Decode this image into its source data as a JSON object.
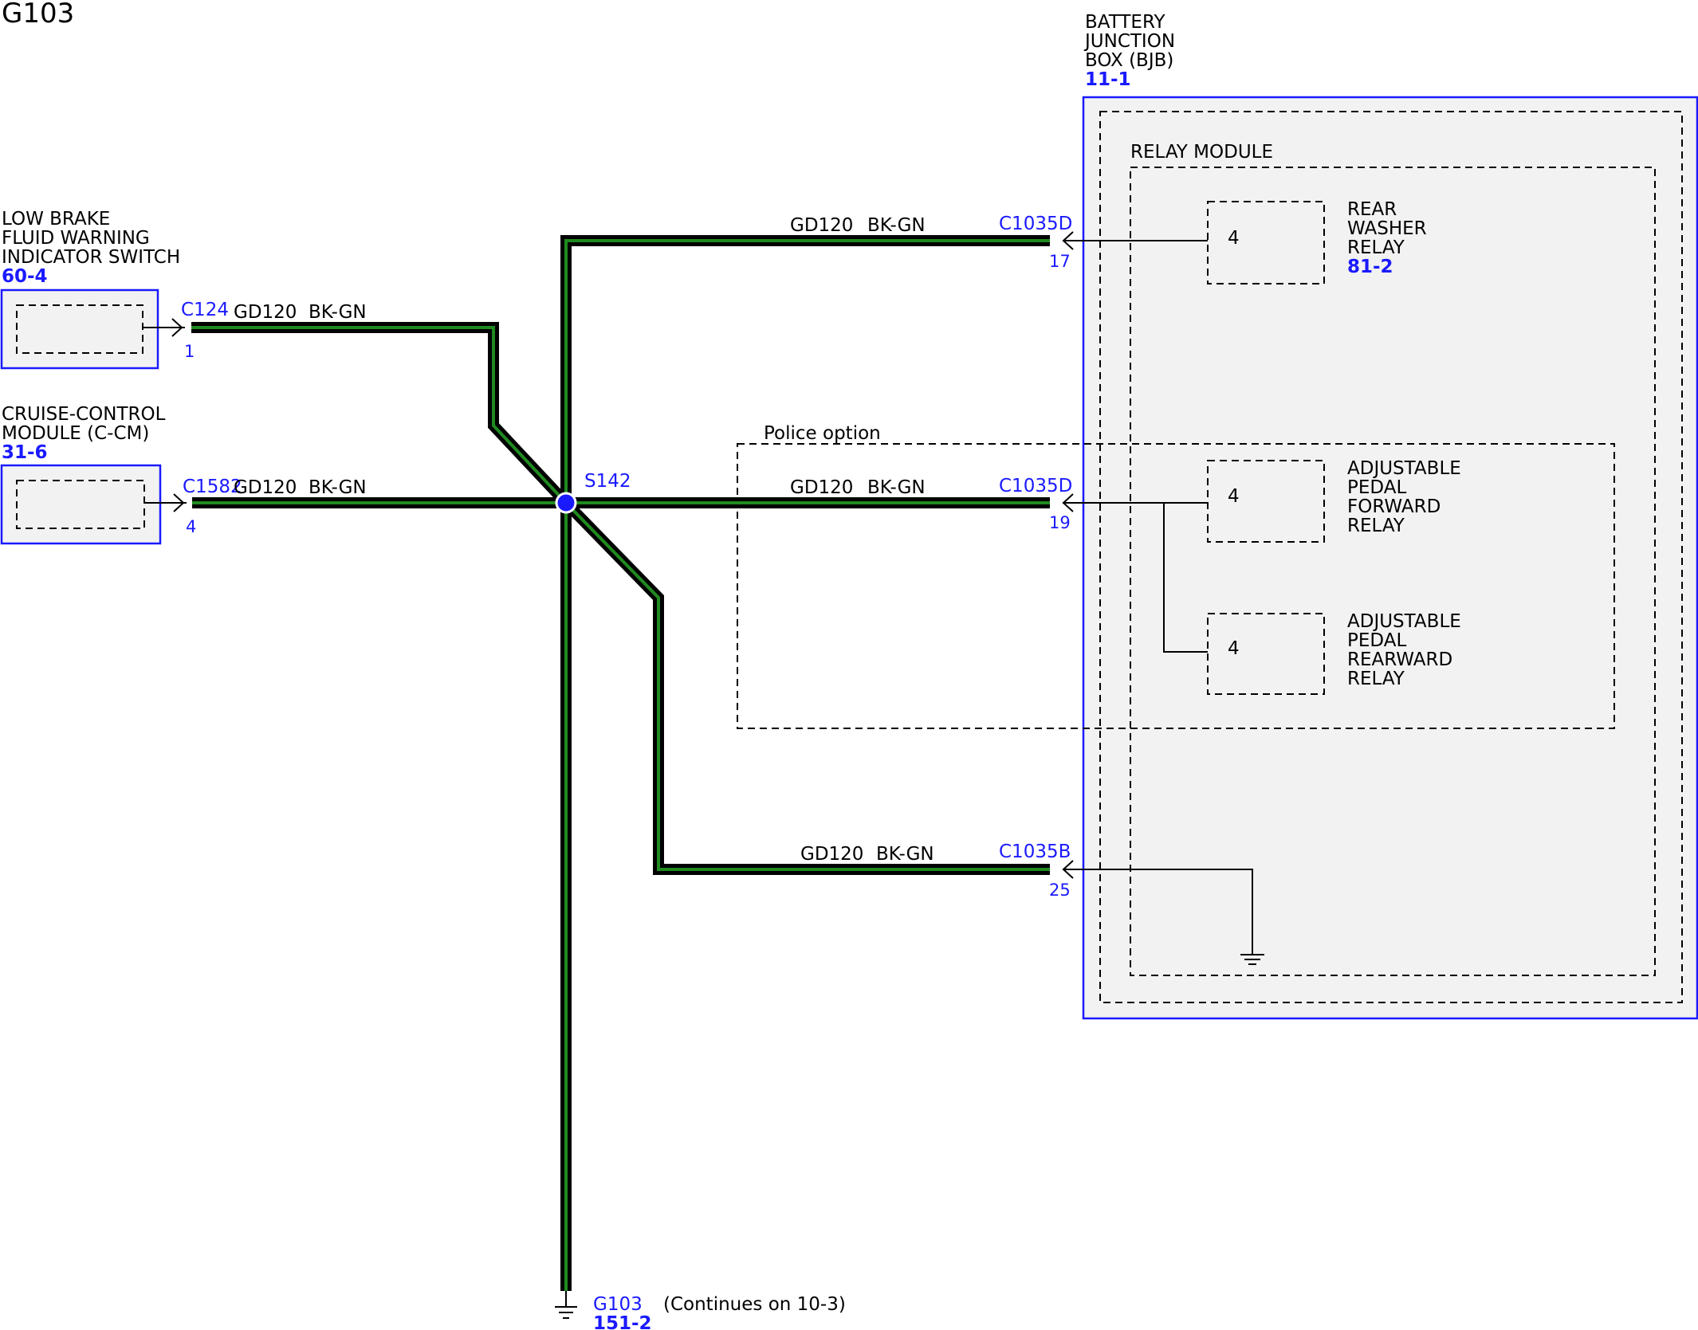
{
  "title": "G103",
  "components": {
    "brake_switch": {
      "line1": "LOW BRAKE",
      "line2": "FLUID WARNING",
      "line3": "INDICATOR SWITCH",
      "ref": "60-4",
      "connector": "C124",
      "pin": "1"
    },
    "cruise_module": {
      "line1": "CRUISE-CONTROL",
      "line2": "MODULE (C-CM)",
      "ref": "31-6",
      "connector": "C1582",
      "pin": "4"
    },
    "bjb": {
      "line1": "BATTERY",
      "line2": "JUNCTION",
      "line3": "BOX (BJB)",
      "ref": "11-1"
    },
    "relay_module": {
      "label": "RELAY MODULE"
    },
    "police_option": {
      "label": "Police option"
    },
    "rear_washer_relay": {
      "pin": "4",
      "line1": "REAR",
      "line2": "WASHER",
      "line3": "RELAY",
      "ref": "81-2"
    },
    "pedal_forward_relay": {
      "pin": "4",
      "line1": "ADJUSTABLE",
      "line2": "PEDAL",
      "line3": "FORWARD",
      "line4": "RELAY"
    },
    "pedal_rearward_relay": {
      "pin": "4",
      "line1": "ADJUSTABLE",
      "line2": "PEDAL",
      "line3": "REARWARD",
      "line4": "RELAY"
    }
  },
  "wires": {
    "w1": {
      "circuit": "GD120",
      "color": "BK-GN"
    },
    "w2": {
      "circuit": "GD120",
      "color": "BK-GN"
    },
    "w3": {
      "circuit": "GD120",
      "color": "BK-GN"
    },
    "w4": {
      "circuit": "GD120",
      "color": "BK-GN"
    },
    "w5": {
      "circuit": "GD120",
      "color": "BK-GN"
    }
  },
  "connectors": {
    "c_top": {
      "name": "C1035D",
      "pin": "17"
    },
    "c_mid": {
      "name": "C1035D",
      "pin": "19"
    },
    "c_bot": {
      "name": "C1035B",
      "pin": "25"
    }
  },
  "splice": {
    "name": "S142"
  },
  "ground": {
    "name": "G103",
    "ref": "151-2",
    "note": "(Continues on 10-3)"
  },
  "colors": {
    "wire_insulation": "#000000",
    "wire_stripe": "#1f8a1f",
    "reference_blue": "#1a1aff",
    "component_fill": "#f2f2f2"
  }
}
